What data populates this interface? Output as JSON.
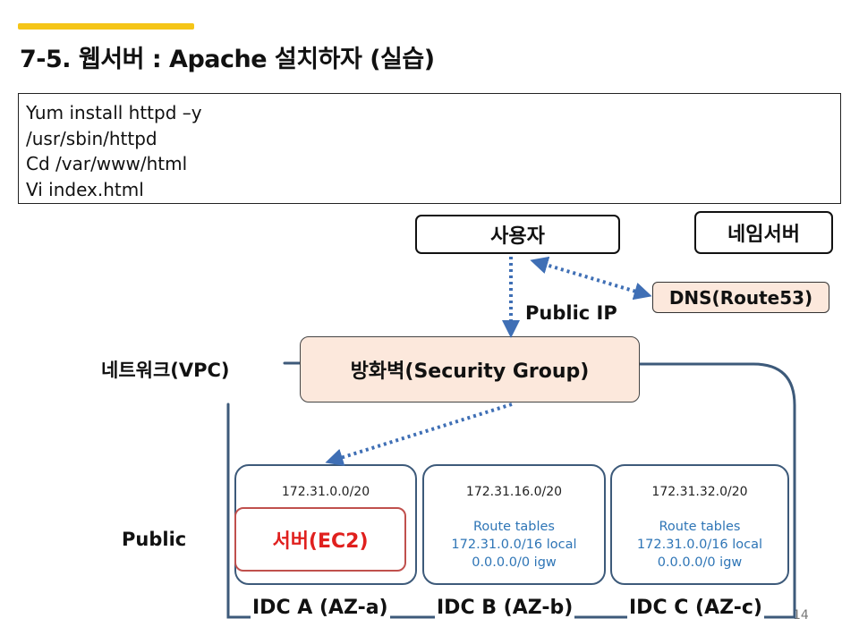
{
  "slide": {
    "title": "7-5. 웹서버 : Apache 설치하자 (실습)",
    "page_number": "14",
    "accent_color": "#f5c518"
  },
  "commands": [
    "Yum install httpd –y",
    "/usr/sbin/httpd",
    "Cd /var/www/html",
    "Vi index.html"
  ],
  "diagram": {
    "user": "사용자",
    "name_server": "네임서버",
    "dns": "DNS(Route53)",
    "public_ip": "Public IP",
    "security_group": "방화벽(Security Group)",
    "vpc_label": "네트워크(VPC)",
    "subnet_label": "Public",
    "server": "서버(EC2)",
    "zones": [
      {
        "name": "IDC A (AZ-a)",
        "cidr": "172.31.0.0/20",
        "route_lines": []
      },
      {
        "name": "IDC B (AZ-b)",
        "cidr": "172.31.16.0/20",
        "route_lines": [
          "Route tables",
          "172.31.0.0/16 local",
          "0.0.0.0/0 igw"
        ]
      },
      {
        "name": "IDC C (AZ-c)",
        "cidr": "172.31.32.0/20",
        "route_lines": [
          "Route tables",
          "172.31.0.0/16 local",
          "0.0.0.0/0 igw"
        ]
      }
    ],
    "colors": {
      "arrow": "#3f6fb5",
      "frame": "#3d5a7a",
      "highlight_fill": "#fce8dc",
      "server_border": "#c0504d",
      "server_text": "#e0201e",
      "route_text": "#2e75b6"
    }
  }
}
